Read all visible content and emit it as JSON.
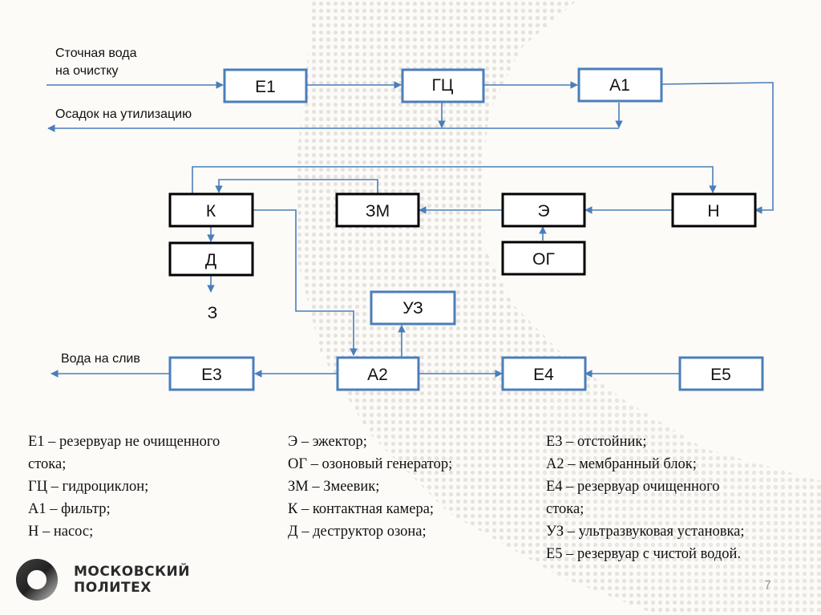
{
  "colors": {
    "line": "#4a7ebb",
    "blue_box_border": "#4a7ebb",
    "black_box_border": "#000000",
    "background": "#fcfbf8",
    "dot_pattern": "#e6e3df"
  },
  "labels": {
    "inflow": [
      "Сточная вода",
      "на очистку"
    ],
    "sludge": "Осадок на утилизацию",
    "discharge": "Вода на слив",
    "z_output": "З"
  },
  "blocks": {
    "E1": "Е1",
    "GC": "ГЦ",
    "A1": "А1",
    "K": "К",
    "ZM": "ЗМ",
    "E": "Э",
    "N": "Н",
    "D": "Д",
    "OG": "ОГ",
    "UZ": "УЗ",
    "E3": "Е3",
    "A2": "А2",
    "E4": "Е4",
    "E5": "Е5"
  },
  "legend": {
    "col1": [
      "Е1 – резервуар не очищенного",
      "стока;",
      "ГЦ – гидроциклон;",
      "А1 – фильтр;",
      "Н – насос;"
    ],
    "col2": [
      "Э – эжектор;",
      "ОГ – озоновый генератор;",
      "ЗМ –  Змеевик;",
      "К – контактная камера;",
      "Д – деструктор озона;"
    ],
    "col3": [
      "Е3 – отстойник;",
      "А2 – мембранный блок;",
      "Е4 – резервуар очищенного",
      "стока;",
      "УЗ – ультразвуковая установка;",
      "Е5 – резервуар с чистой водой."
    ]
  },
  "footer": {
    "logo_line1": "МОСКОВСКИЙ",
    "logo_line2": "ПОЛИТЕХ",
    "page_number": "7"
  }
}
